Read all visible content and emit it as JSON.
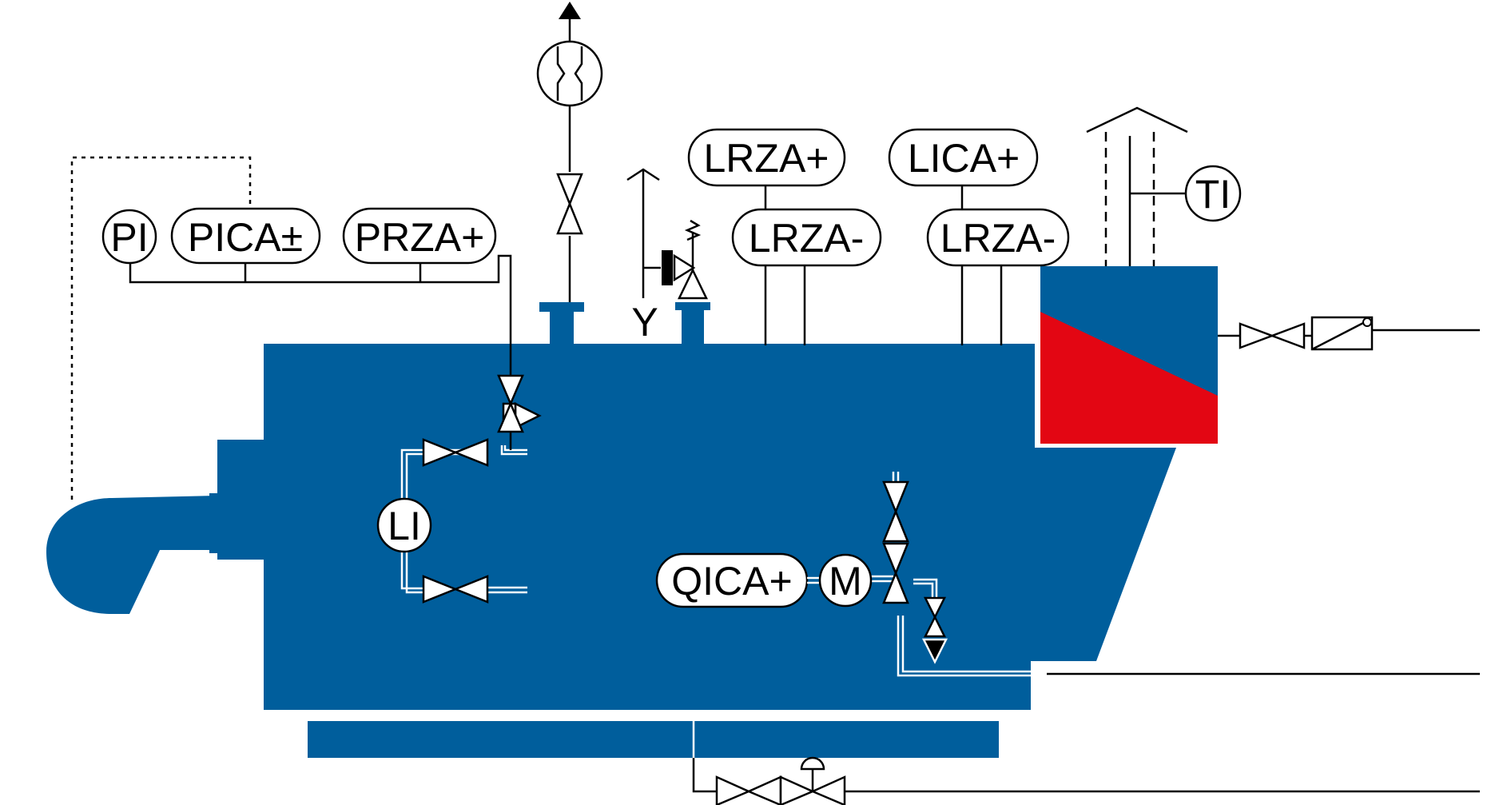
{
  "colors": {
    "boiler_body": "#005e9c",
    "heat_recovery": "#e30613",
    "line": "#000000",
    "background": "#ffffff"
  },
  "instruments": {
    "pi": "PI",
    "pica": "PICA±",
    "prza_plus": "PRZA+",
    "lrza_plus": "LRZA+",
    "lrza_minus_1": "LRZA-",
    "lica_plus": "LICA+",
    "lrza_minus_2": "LRZA-",
    "ti": "TI",
    "li": "LI",
    "qica_plus": "QICA+",
    "m": "M",
    "y": "Y"
  },
  "icons": [
    "flow-meter-icon",
    "gate-valve-icon",
    "safety-valve-icon",
    "control-valve-icon",
    "actuator-icon",
    "drain-icon",
    "arrow-up-icon"
  ]
}
